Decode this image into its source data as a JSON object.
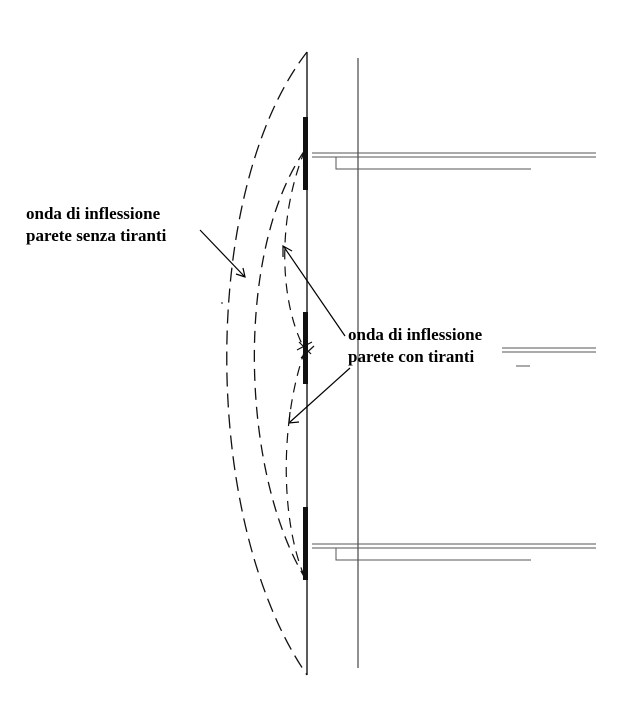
{
  "labels": {
    "without_ties": {
      "line1": "onda di inflessione",
      "line2": "parete senza tiranti"
    },
    "with_ties": {
      "line1": "onda di inflessione",
      "line2": "parete con tiranti"
    }
  },
  "colors": {
    "ink": "#000000",
    "structure": "#444444",
    "background": "#ffffff"
  }
}
